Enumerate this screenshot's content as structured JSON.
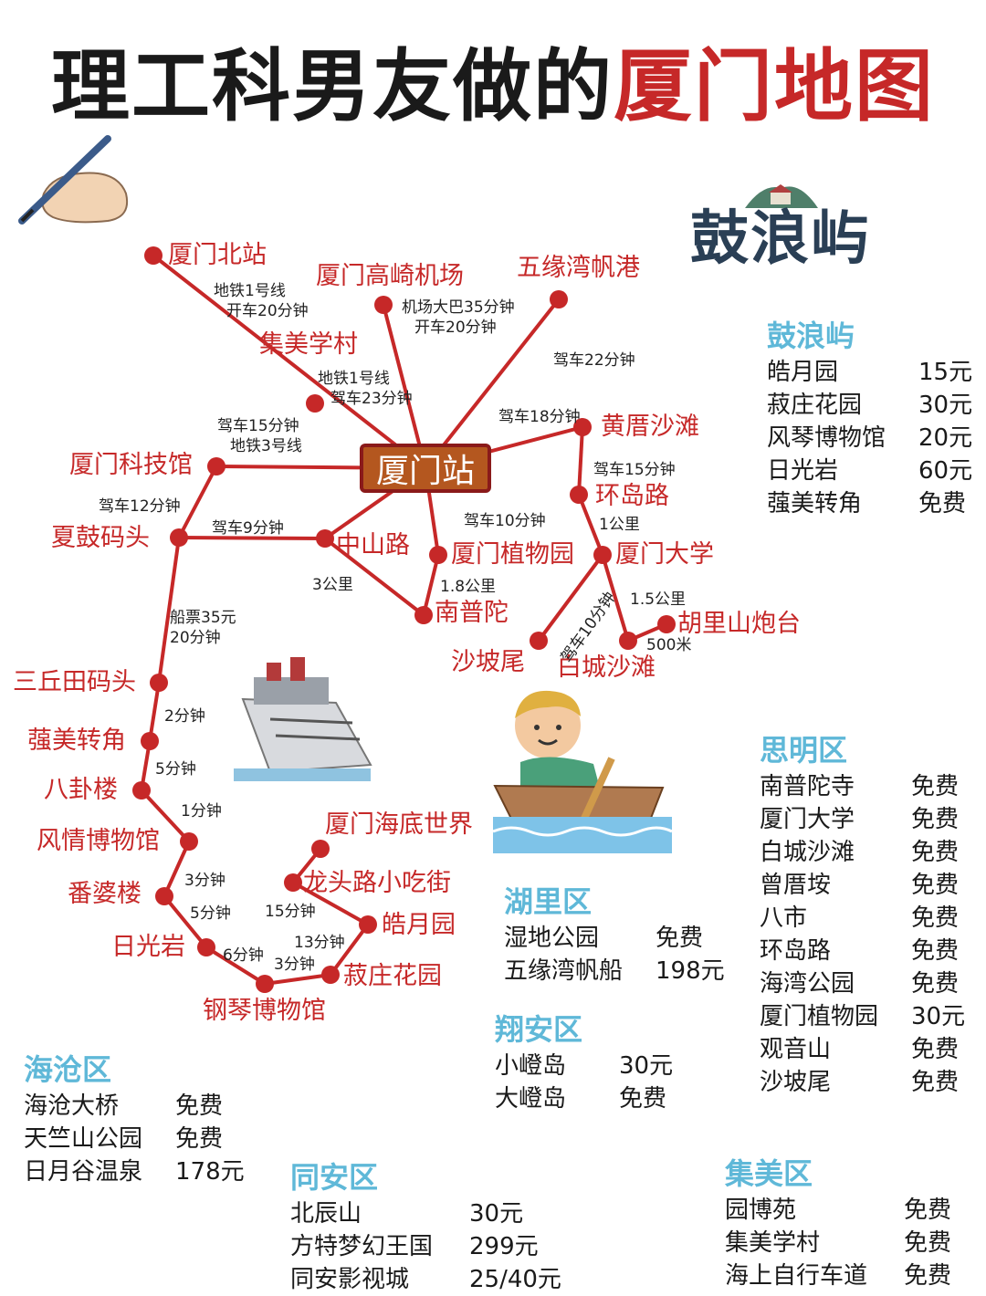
{
  "title": {
    "black": "理工科男友做的",
    "red": "厦门地图"
  },
  "logo": {
    "text": "鼓浪屿"
  },
  "hub": "厦门站",
  "stations": [
    {
      "id": "bei",
      "label": "厦门北站"
    },
    {
      "id": "jichang",
      "label": "厦门高崎机场"
    },
    {
      "id": "wuyuan",
      "label": "五缘湾帆港"
    },
    {
      "id": "jimei",
      "label": "集美学村"
    },
    {
      "id": "huangcuo",
      "label": "黄厝沙滩"
    },
    {
      "id": "keji",
      "label": "厦门科技馆"
    },
    {
      "id": "huandao",
      "label": "环岛路"
    },
    {
      "id": "xiagu",
      "label": "夏鼓码头"
    },
    {
      "id": "zhongshan",
      "label": "中山路"
    },
    {
      "id": "zhiwu",
      "label": "厦门植物园"
    },
    {
      "id": "xiada",
      "label": "厦门大学"
    },
    {
      "id": "nanputuo",
      "label": "南普陀"
    },
    {
      "id": "hulishan",
      "label": "胡里山炮台"
    },
    {
      "id": "shapowei",
      "label": "沙坡尾"
    },
    {
      "id": "baicheng",
      "label": "白城沙滩"
    },
    {
      "id": "sanqiutian",
      "label": "三丘田码头"
    },
    {
      "id": "shumei_g",
      "label": "蔃美转角"
    },
    {
      "id": "bagua",
      "label": "八卦楼"
    },
    {
      "id": "fengqing",
      "label": "风情博物馆"
    },
    {
      "id": "fanpo",
      "label": "番婆楼"
    },
    {
      "id": "riguang",
      "label": "日光岩"
    },
    {
      "id": "gangqin",
      "label": "钢琴博物馆"
    },
    {
      "id": "shuzhuang",
      "label": "菽庄花园"
    },
    {
      "id": "haoyue",
      "label": "皓月园"
    },
    {
      "id": "longtou",
      "label": "龙头路小吃街"
    },
    {
      "id": "haidi",
      "label": "厦门海底世界"
    }
  ],
  "annotations": [
    {
      "id": "a1",
      "lines": [
        "地铁1号线",
        "开车20分钟"
      ]
    },
    {
      "id": "a2",
      "lines": [
        "机场大巴35分钟",
        "开车20分钟"
      ]
    },
    {
      "id": "a3",
      "lines": [
        "驾车22分钟"
      ]
    },
    {
      "id": "a4",
      "lines": [
        "地铁1号线",
        "驾车23分钟"
      ]
    },
    {
      "id": "a5",
      "lines": [
        "驾车18分钟"
      ]
    },
    {
      "id": "a6",
      "lines": [
        "驾车15分钟",
        "地铁3号线"
      ]
    },
    {
      "id": "a7",
      "lines": [
        "驾车15分钟"
      ]
    },
    {
      "id": "a8",
      "lines": [
        "驾车12分钟"
      ]
    },
    {
      "id": "a9",
      "lines": [
        "驾车9分钟"
      ]
    },
    {
      "id": "a10",
      "lines": [
        "驾车10分钟"
      ]
    },
    {
      "id": "a11",
      "lines": [
        "1公里"
      ]
    },
    {
      "id": "a12",
      "lines": [
        "3公里"
      ]
    },
    {
      "id": "a13",
      "lines": [
        "1.8公里"
      ]
    },
    {
      "id": "a14",
      "lines": [
        "1.5公里"
      ]
    },
    {
      "id": "a15",
      "lines": [
        "驾车10分钟"
      ]
    },
    {
      "id": "a16",
      "lines": [
        "500米"
      ]
    },
    {
      "id": "a17",
      "lines": [
        "船票35元",
        "20分钟"
      ]
    },
    {
      "id": "a18",
      "lines": [
        "2分钟"
      ]
    },
    {
      "id": "a19",
      "lines": [
        "5分钟"
      ]
    },
    {
      "id": "a20",
      "lines": [
        "1分钟"
      ]
    },
    {
      "id": "a21",
      "lines": [
        "3分钟"
      ]
    },
    {
      "id": "a22",
      "lines": [
        "5分钟"
      ]
    },
    {
      "id": "a23",
      "lines": [
        "15分钟"
      ]
    },
    {
      "id": "a24",
      "lines": [
        "6分钟"
      ]
    },
    {
      "id": "a25",
      "lines": [
        "13分钟"
      ]
    },
    {
      "id": "a26",
      "lines": [
        "3分钟"
      ]
    }
  ],
  "panels": [
    {
      "id": "gulangyu",
      "heading": "鼓浪屿",
      "items": [
        {
          "name": "皓月园",
          "price": "15元"
        },
        {
          "name": "菽庄花园",
          "price": "30元"
        },
        {
          "name": "风琴博物馆",
          "price": "20元"
        },
        {
          "name": "日光岩",
          "price": "60元"
        },
        {
          "name": "蔃美转角",
          "price": "免费"
        }
      ]
    },
    {
      "id": "siming",
      "heading": "思明区",
      "items": [
        {
          "name": "南普陀寺",
          "price": "免费"
        },
        {
          "name": "厦门大学",
          "price": "免费"
        },
        {
          "name": "白城沙滩",
          "price": "免费"
        },
        {
          "name": "曾厝垵",
          "price": "免费"
        },
        {
          "name": "八市",
          "price": "免费"
        },
        {
          "name": "环岛路",
          "price": "免费"
        },
        {
          "name": "海湾公园",
          "price": "免费"
        },
        {
          "name": "厦门植物园",
          "price": "30元"
        },
        {
          "name": "观音山",
          "price": "免费"
        },
        {
          "name": "沙坡尾",
          "price": "免费"
        }
      ]
    },
    {
      "id": "huli",
      "heading": "湖里区",
      "items": [
        {
          "name": "湿地公园",
          "price": "免费"
        },
        {
          "name": "五缘湾帆船",
          "price": "198元"
        }
      ]
    },
    {
      "id": "xiangan",
      "heading": "翔安区",
      "items": [
        {
          "name": "小嶝岛",
          "price": "30元"
        },
        {
          "name": "大嶝岛",
          "price": "免费"
        }
      ]
    },
    {
      "id": "haicang",
      "heading": "海沧区",
      "items": [
        {
          "name": "海沧大桥",
          "price": "免费"
        },
        {
          "name": "天竺山公园",
          "price": "免费"
        },
        {
          "name": "日月谷温泉",
          "price": "178元"
        }
      ]
    },
    {
      "id": "tongan",
      "heading": "同安区",
      "items": [
        {
          "name": "北辰山",
          "price": "30元"
        },
        {
          "name": "方特梦幻王国",
          "price": "299元"
        },
        {
          "name": "同安影视城",
          "price": "25/40元"
        }
      ]
    },
    {
      "id": "jimeiqu",
      "heading": "集美区",
      "items": [
        {
          "name": "园博苑",
          "price": "免费"
        },
        {
          "name": "集美学村",
          "price": "免费"
        },
        {
          "name": "海上自行车道",
          "price": "免费"
        }
      ]
    }
  ],
  "colors": {
    "route": "#c62828",
    "heading": "#5fb8d8",
    "hub_fill": "#b4571f",
    "title_red": "#c62828"
  },
  "icons": [
    "pen-hand-icon",
    "island-house-icon",
    "cruise-ship-icon",
    "rowing-boy-icon"
  ]
}
